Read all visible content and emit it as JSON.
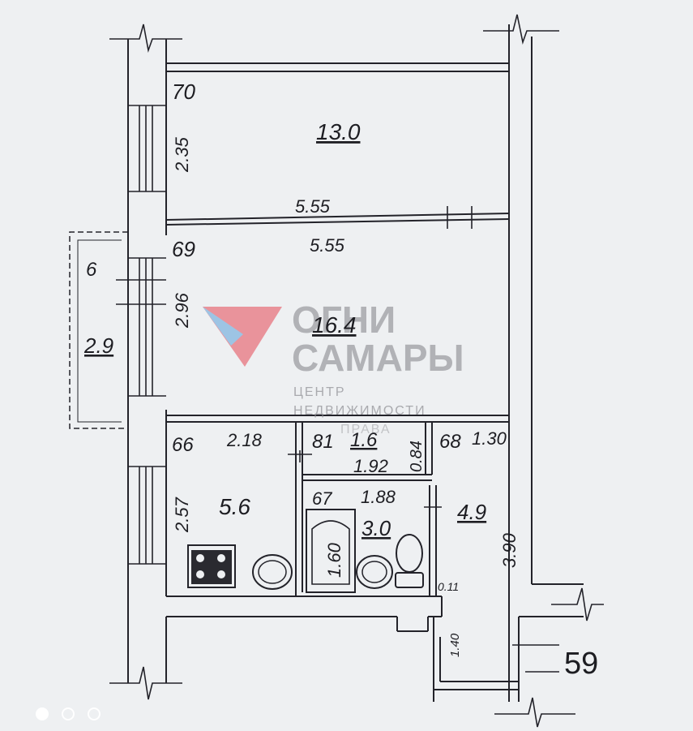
{
  "plan": {
    "balcony": {
      "index": "6",
      "area": "2.9"
    },
    "room_top": {
      "index": "70",
      "area": "13.0",
      "width": "5.55",
      "depth": "2.35"
    },
    "room_middle": {
      "index": "69",
      "area": "16.4",
      "width": "5.55",
      "depth": "2.96"
    },
    "kitchen": {
      "index": "66",
      "area": "5.6",
      "width": "2.18",
      "depth": "2.57"
    },
    "closet": {
      "index": "81",
      "area": "1.6",
      "width": "1.92",
      "depth": "0.84"
    },
    "bathroom": {
      "index": "67",
      "area": "3.0",
      "width": "1.88",
      "tub_length": "1.60"
    },
    "hall": {
      "index": "68",
      "area": "4.9",
      "width": "1.30",
      "depth": "3.90"
    },
    "entry": {
      "wall": "0.11",
      "depth": "1.40"
    },
    "apartment_number": "59"
  },
  "watermark": {
    "line1": "ОГНИ",
    "line2": "САМАРЫ",
    "line3": "ЦЕНТР",
    "line4": "НЕДВИЖИМОСТИ",
    "line5": "ПРАВА",
    "logo_colors": [
      "#e8707a",
      "#7fb4e0"
    ]
  },
  "carousel": {
    "count": 3,
    "active": 0
  }
}
